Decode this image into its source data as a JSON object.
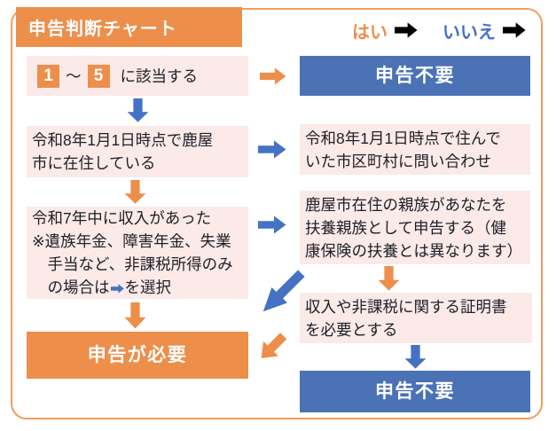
{
  "title": "申告判断チャート",
  "legend": {
    "yes": "はい",
    "no": "いいえ"
  },
  "flow": {
    "q1": {
      "num_start": "1",
      "tilde": "～",
      "num_end": "5",
      "label": "に該当する"
    },
    "q2": "令和8年1月1日時点で鹿屋\n市に在住している",
    "q3": {
      "main": "令和7年中に収入があった",
      "note_before": "※遺族年金、障害年金、失業\n　手当など、非課税所得のみ\n　の場合は",
      "note_arrow": "➡",
      "note_after": "を選択"
    },
    "result_required": "申告が必要",
    "r1": "申告不要",
    "r2": "令和8年1月1日時点で住んで\nいた市区町村に問い合わせ",
    "r3": "鹿屋市在住の親族があなたを\n扶養親族として申告する（健\n康保険の扶養とは異なります）",
    "r4": "収入や非課税に関する証明書\nを必要とする",
    "r5": "申告不要"
  },
  "colors": {
    "orange": "#ED8E4B",
    "border": "#EF9D5F",
    "blue": "#4A72B5",
    "arrow_blue": "#4472C4",
    "pink": "#FBEAE8",
    "text": "#1F1F28",
    "white_text": "#FFFFFF"
  }
}
